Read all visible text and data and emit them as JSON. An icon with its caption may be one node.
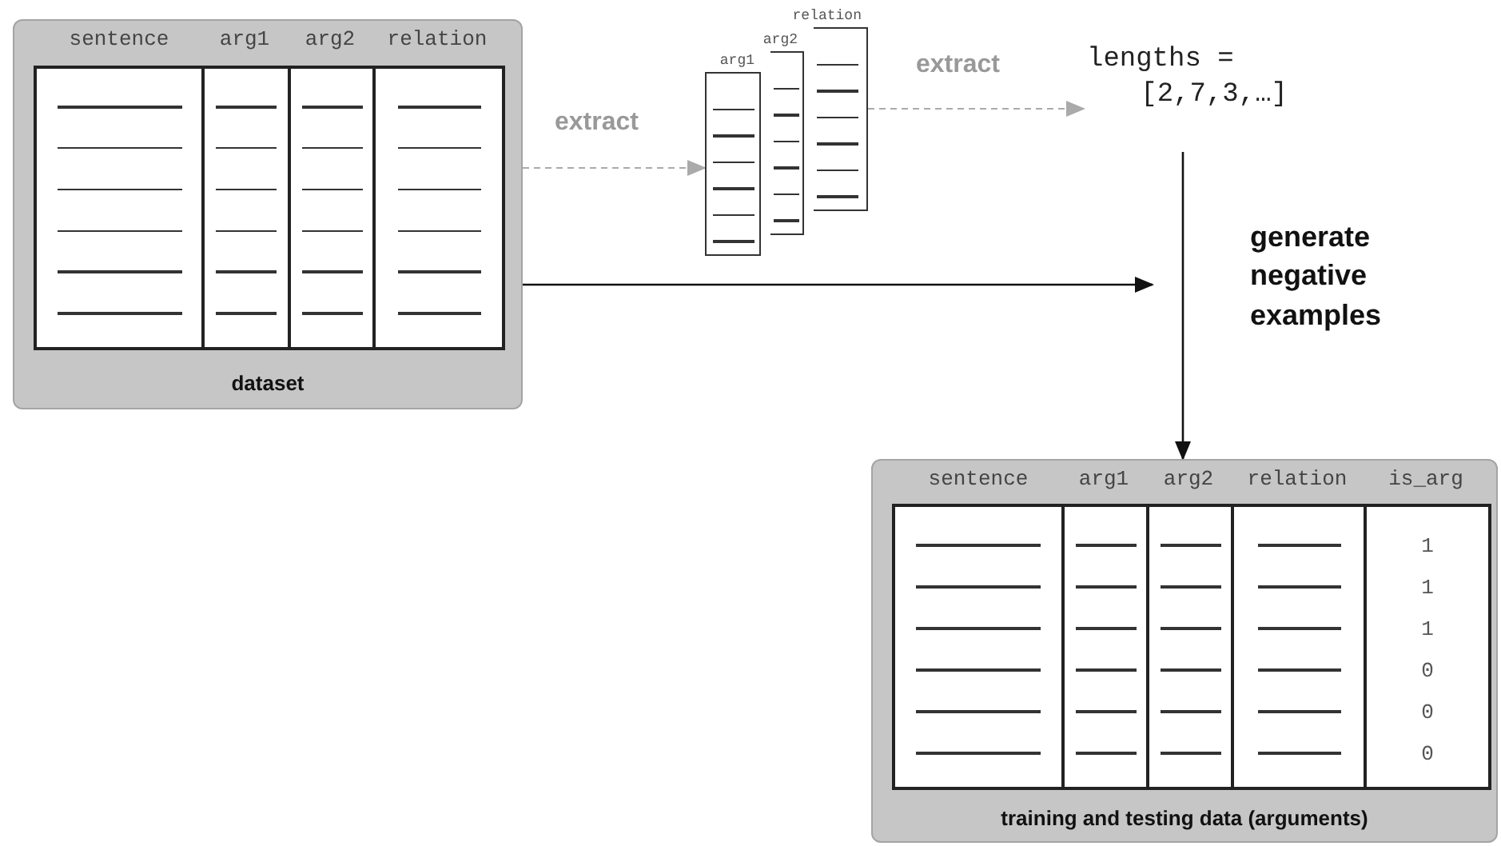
{
  "diagram": {
    "nodes": [
      {
        "text": [
          "sentence",
          "arg1",
          "arg2",
          "relation",
          "dataset"
        ]
      },
      {
        "text": [
          "arg1"
        ]
      },
      {
        "text": [
          "arg2"
        ]
      },
      {
        "text": [
          "relation"
        ]
      },
      {
        "text": [
          "lengths = [2,7,3,…]"
        ]
      },
      {
        "text": [
          "sentence",
          "arg1",
          "arg2",
          "relation",
          "is_arg",
          "training and testing data (arguments)"
        ]
      }
    ],
    "edges": [
      {
        "from": 0,
        "to": 1,
        "arrow": "to",
        "label": "extract",
        "style": "dashed",
        "color": "#aaaaaa"
      },
      {
        "from": 3,
        "to": 4,
        "arrow": "to",
        "label": "extract",
        "style": "dashed",
        "color": "#aaaaaa"
      },
      {
        "from": 0,
        "to": null,
        "arrow": "to",
        "color": "#111111"
      },
      {
        "from": 4,
        "to": 5,
        "arrow": "to",
        "label": "generate negative examples",
        "color": "#111111"
      }
    ],
    "labels": [
      "1",
      "1",
      "1",
      "0",
      "0",
      "0"
    ]
  }
}
